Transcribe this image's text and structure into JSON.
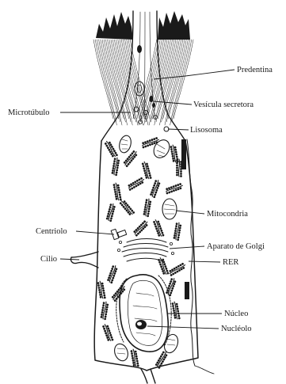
{
  "labels": {
    "predentina": "Predentina",
    "microtubulo": "Microtúbulo",
    "vesicula_secretora": "Vesícula secretora",
    "lisosoma": "Lisosoma",
    "mitocondria": "Mitocondria",
    "centriolo": "Centriolo",
    "aparato_golgi": "Aparato de Golgi",
    "cilio": "Cilio",
    "rer": "RER",
    "nucleo": "Núcleo",
    "nucleolo": "Nucléolo"
  },
  "colors": {
    "ink": "#1a1a1a",
    "background": "#ffffff"
  }
}
